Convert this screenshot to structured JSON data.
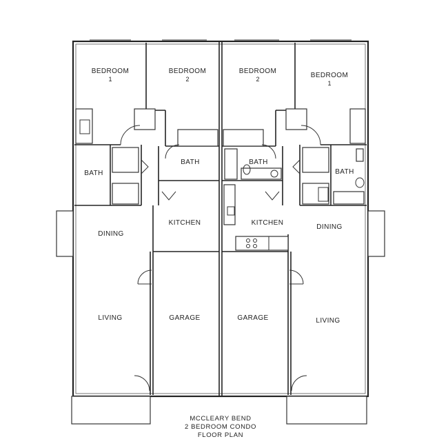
{
  "rooms": {
    "left_bedroom1": {
      "label": "BEDROOM",
      "num": "1"
    },
    "left_bedroom2": {
      "label": "BEDROOM",
      "num": "2"
    },
    "right_bedroom2": {
      "label": "BEDROOM",
      "num": "2"
    },
    "right_bedroom1": {
      "label": "BEDROOM",
      "num": "1"
    },
    "left_bath_outer": {
      "label": "BATH"
    },
    "left_bath_inner": {
      "label": "BATH"
    },
    "right_bath_inner": {
      "label": "BATH"
    },
    "right_bath_outer": {
      "label": "BATH"
    },
    "left_kitchen": {
      "label": "KITCHEN"
    },
    "right_kitchen": {
      "label": "KITCHEN"
    },
    "left_dining": {
      "label": "DINING"
    },
    "right_dining": {
      "label": "DINING"
    },
    "left_garage": {
      "label": "GARAGE"
    },
    "right_garage": {
      "label": "GARAGE"
    },
    "left_living": {
      "label": "LIVING"
    },
    "right_living": {
      "label": "LIVING"
    }
  },
  "caption": {
    "line1": "MCCLEARY BEND",
    "line2": "2 BEDROOM CONDO",
    "line3": "FLOOR PLAN"
  }
}
